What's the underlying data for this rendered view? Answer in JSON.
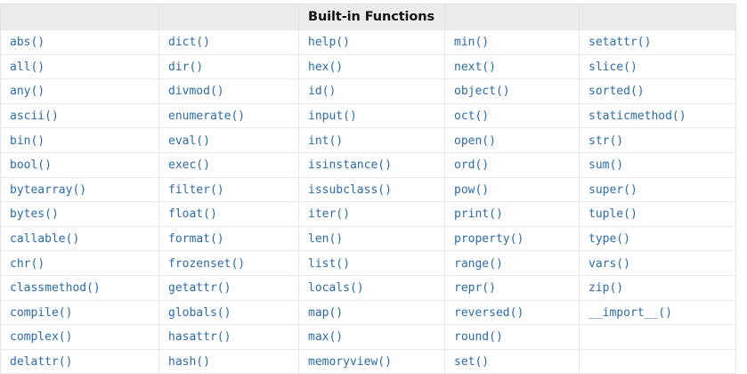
{
  "table": {
    "title": "Built-in Functions",
    "title_column_index": 2,
    "header_cells": [
      "",
      "",
      "Built-in Functions",
      "",
      ""
    ],
    "columns": [
      {
        "index": 0,
        "items": [
          "abs()",
          "all()",
          "any()",
          "ascii()",
          "bin()",
          "bool()",
          "bytearray()",
          "bytes()",
          "callable()",
          "chr()",
          "classmethod()",
          "compile()",
          "complex()",
          "delattr()"
        ]
      },
      {
        "index": 1,
        "items": [
          "dict()",
          "dir()",
          "divmod()",
          "enumerate()",
          "eval()",
          "exec()",
          "filter()",
          "float()",
          "format()",
          "frozenset()",
          "getattr()",
          "globals()",
          "hasattr()",
          "hash()"
        ]
      },
      {
        "index": 2,
        "items": [
          "help()",
          "hex()",
          "id()",
          "input()",
          "int()",
          "isinstance()",
          "issubclass()",
          "iter()",
          "len()",
          "list()",
          "locals()",
          "map()",
          "max()",
          "memoryview()"
        ]
      },
      {
        "index": 3,
        "items": [
          "min()",
          "next()",
          "object()",
          "oct()",
          "open()",
          "ord()",
          "pow()",
          "print()",
          "property()",
          "range()",
          "repr()",
          "reversed()",
          "round()",
          "set()"
        ]
      },
      {
        "index": 4,
        "items": [
          "setattr()",
          "slice()",
          "sorted()",
          "staticmethod()",
          "str()",
          "sum()",
          "super()",
          "tuple()",
          "type()",
          "vars()",
          "zip()",
          "__import__()",
          "",
          ""
        ]
      }
    ],
    "rows": [
      [
        "abs()",
        "dict()",
        "help()",
        "min()",
        "setattr()"
      ],
      [
        "all()",
        "dir()",
        "hex()",
        "next()",
        "slice()"
      ],
      [
        "any()",
        "divmod()",
        "id()",
        "object()",
        "sorted()"
      ],
      [
        "ascii()",
        "enumerate()",
        "input()",
        "oct()",
        "staticmethod()"
      ],
      [
        "bin()",
        "eval()",
        "int()",
        "open()",
        "str()"
      ],
      [
        "bool()",
        "exec()",
        "isinstance()",
        "ord()",
        "sum()"
      ],
      [
        "bytearray()",
        "filter()",
        "issubclass()",
        "pow()",
        "super()"
      ],
      [
        "bytes()",
        "float()",
        "iter()",
        "print()",
        "tuple()"
      ],
      [
        "callable()",
        "format()",
        "len()",
        "property()",
        "type()"
      ],
      [
        "chr()",
        "frozenset()",
        "list()",
        "range()",
        "vars()"
      ],
      [
        "classmethod()",
        "getattr()",
        "locals()",
        "repr()",
        "zip()"
      ],
      [
        "compile()",
        "globals()",
        "map()",
        "reversed()",
        "__import__()"
      ],
      [
        "complex()",
        "hasattr()",
        "max()",
        "round()",
        ""
      ],
      [
        "delattr()",
        "hash()",
        "memoryview()",
        "set()",
        ""
      ]
    ]
  },
  "colors": {
    "link": "#2c6ba4",
    "header_bg": "#ececec",
    "border": "#e3e3e3",
    "cell_bg": "#ffffff",
    "title_text": "#121212"
  }
}
